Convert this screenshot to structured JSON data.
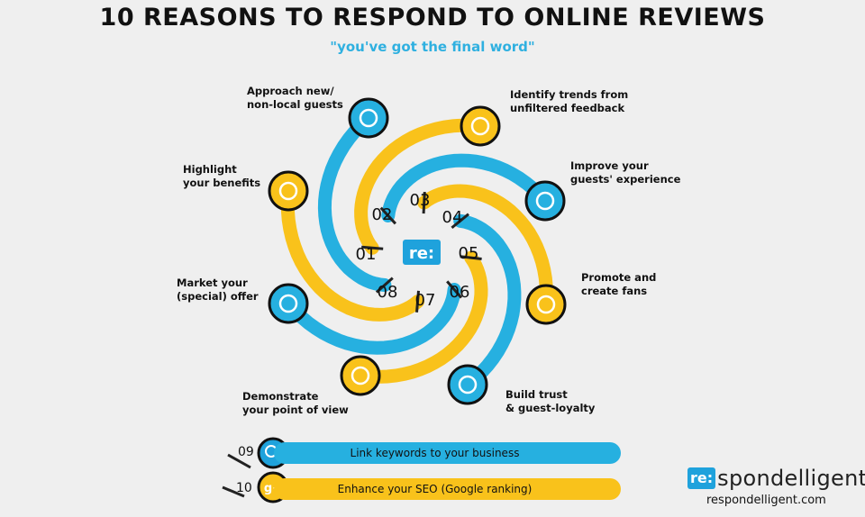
{
  "title": "10 REASONS TO RESPOND TO ONLINE REVIEWS",
  "subtitle": "\"you've got the final word\"",
  "center_logo": "re:",
  "reasons": [
    {
      "num": "01",
      "line1": "Highlight",
      "line2": "your benefits",
      "color": "#f9c21b",
      "icon": "pencil-icon"
    },
    {
      "num": "02",
      "line1": "Approach new/",
      "line2": "non-local guests",
      "color": "#26b0e0",
      "icon": "family-icon"
    },
    {
      "num": "03",
      "line1": "Identify trends from",
      "line2": "unfiltered feedback",
      "color": "#f9c21b",
      "icon": "thumbs-up-chat-icon"
    },
    {
      "num": "04",
      "line1": "Improve your",
      "line2": "guests' experience",
      "color": "#26b0e0",
      "icon": "cocktails-icon"
    },
    {
      "num": "05",
      "line1": "Promote and",
      "line2": "create fans",
      "color": "#f9c21b",
      "icon": "fans-hand-icon"
    },
    {
      "num": "06",
      "line1": "Build trust",
      "line2": "& guest-loyalty",
      "color": "#26b0e0",
      "icon": "heart-hand-icon"
    },
    {
      "num": "07",
      "line1": "Demonstrate",
      "line2": "your point of view",
      "color": "#f9c21b",
      "icon": "folder-icon"
    },
    {
      "num": "08",
      "line1": "Market your",
      "line2": "(special) offer",
      "color": "#26b0e0",
      "icon": "house-chart-icon"
    }
  ],
  "bars": [
    {
      "num": "09",
      "text": "Link keywords to your business",
      "color": "#26b0e0",
      "icon": "search-icon"
    },
    {
      "num": "10",
      "text": "Enhance your SEO (Google ranking)",
      "color": "#f9c21b",
      "icon": "google-plus-icon"
    }
  ],
  "brand": {
    "box": "re:",
    "name": "spondelligent",
    "url": "respondelligent.com"
  }
}
